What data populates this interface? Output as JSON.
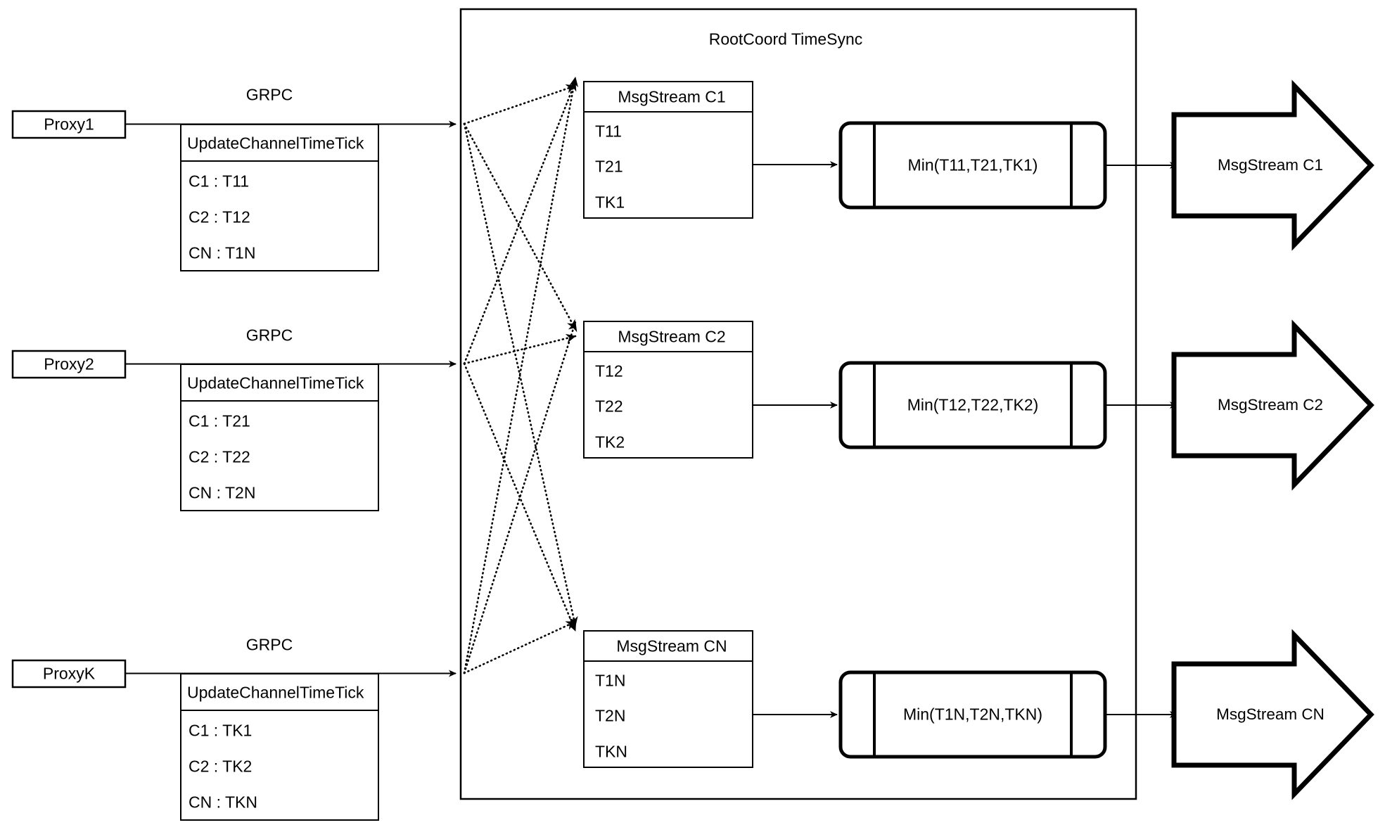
{
  "diagram": {
    "title": "RootCoord TimeSync",
    "container_label": "RootCoord TimeSync"
  },
  "proxies": [
    {
      "name": "Proxy1",
      "link_label": "GRPC",
      "request": {
        "header": "UpdateChannelTimeTick",
        "rows": [
          "C1 :  T11",
          "C2 :  T12",
          "CN : T1N"
        ]
      }
    },
    {
      "name": "Proxy2",
      "link_label": "GRPC",
      "request": {
        "header": "UpdateChannelTimeTick",
        "rows": [
          "C1 :  T21",
          "C2 :  T22",
          "CN : T2N"
        ]
      }
    },
    {
      "name": "ProxyK",
      "link_label": "GRPC",
      "request": {
        "header": "UpdateChannelTimeTick",
        "rows": [
          "C1 :  TK1",
          "C2 :  TK2",
          "CN : TKN"
        ]
      }
    }
  ],
  "channels": [
    {
      "stream": {
        "header": "MsgStream C1",
        "rows": [
          "T11",
          "T21",
          "TK1"
        ]
      },
      "process": "Min(T11,T21,TK1)",
      "output": "MsgStream C1"
    },
    {
      "stream": {
        "header": "MsgStream C2",
        "rows": [
          "T12",
          "T22",
          "TK2"
        ]
      },
      "process": "Min(T12,T22,TK2)",
      "output": "MsgStream C2"
    },
    {
      "stream": {
        "header": "MsgStream CN",
        "rows": [
          "T1N",
          "T2N",
          "TKN"
        ]
      },
      "process": "Min(T1N,T2N,TKN)",
      "output": "MsgStream CN"
    }
  ],
  "colors": {
    "stroke": "#000000",
    "background": "#ffffff"
  }
}
